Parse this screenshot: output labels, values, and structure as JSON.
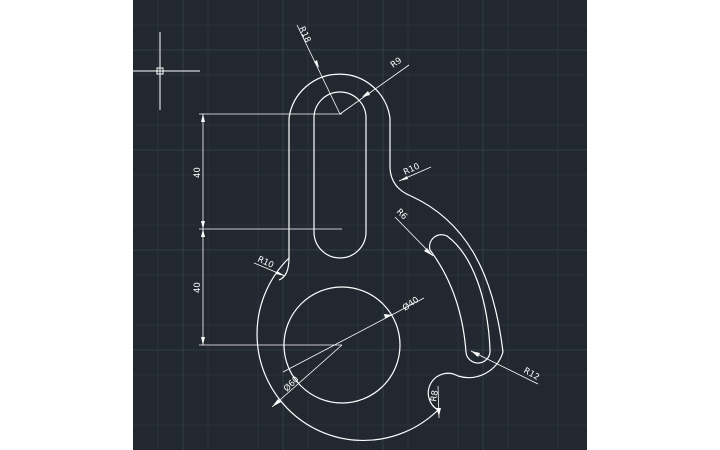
{
  "canvas": {
    "background": "#212830",
    "grid_color": "#2d3540",
    "line_color": "#ffffff"
  },
  "cursor": {
    "icon": "crosshair-cursor-icon"
  },
  "dimensions": {
    "r18": "R18",
    "r9": "R9",
    "r10_top": "R10",
    "r6": "R6",
    "r10_left": "R10",
    "d40": "Ø40",
    "d60": "Ø60",
    "r12": "R12",
    "r8": "R8",
    "len40_upper": "40",
    "len40_lower": "40"
  }
}
